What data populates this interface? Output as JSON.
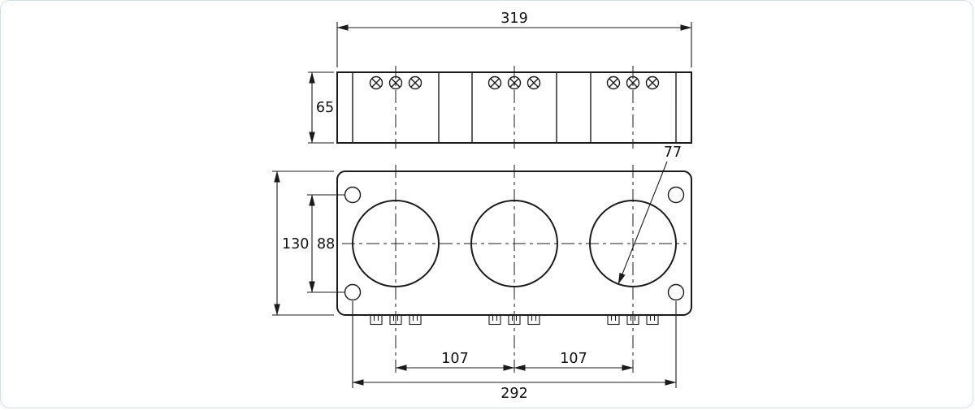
{
  "drawing": {
    "colors": {
      "background": "#ffffff",
      "line": "#1b1b1b",
      "frame_border": "#d9dee3"
    },
    "dimensions": {
      "overall_width": "319",
      "side_height": "65",
      "hole_diameter": "77",
      "plate_height": "130",
      "mount_hole_row_spacing": "88",
      "hole_pitch_left": "107",
      "hole_pitch_right": "107",
      "mount_hole_span": "292"
    }
  }
}
